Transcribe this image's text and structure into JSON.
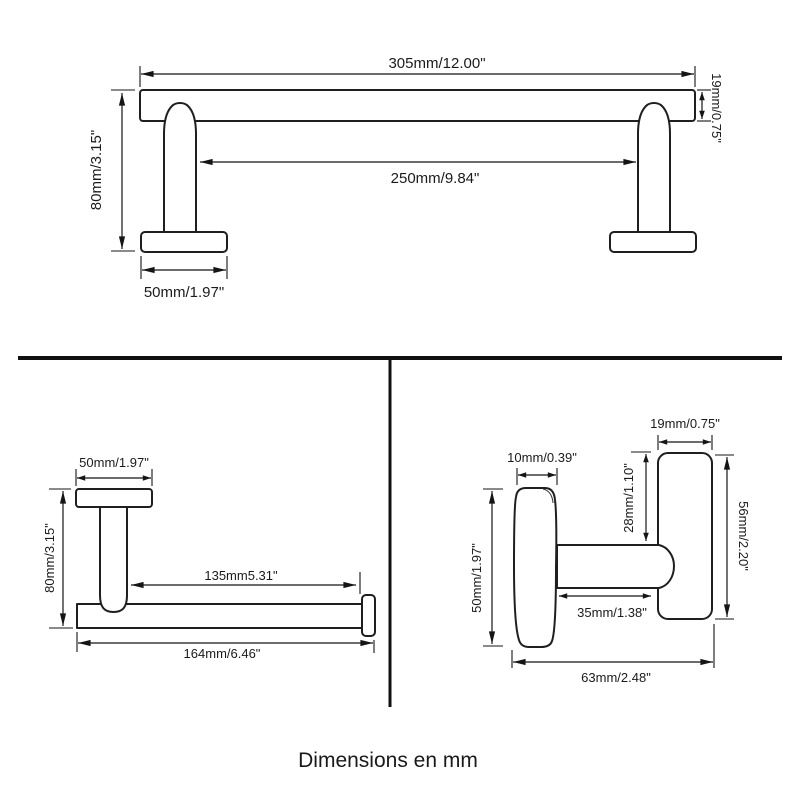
{
  "caption": "Dimensions en mm",
  "towel_bar": {
    "total_length": "305mm/12.00\"",
    "center_distance": "250mm/9.84\"",
    "height": "80mm/3.15\"",
    "bar_diameter": "19mm/0.75\"",
    "base_width": "50mm/1.97\""
  },
  "paper_holder": {
    "base_width": "50mm/1.97\"",
    "height": "80mm/3.15\"",
    "roll_length": "135mm5.31\"",
    "total_length": "164mm/6.46\""
  },
  "hook": {
    "post_diameter": "19mm/0.75\"",
    "base_thickness": "10mm/0.39\"",
    "top_offset": "28mm/1.10\"",
    "post_height": "56mm/2.20\"",
    "base_height": "50mm/1.97\"",
    "stem_length": "35mm/1.38\"",
    "total_depth": "63mm/2.48\""
  }
}
